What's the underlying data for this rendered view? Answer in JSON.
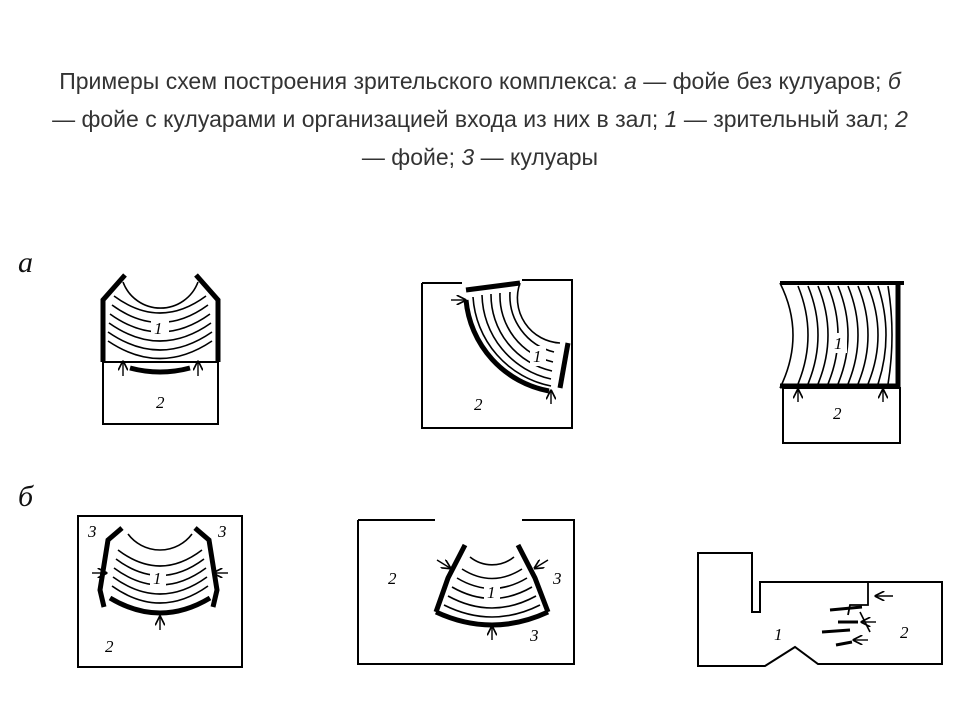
{
  "caption": {
    "p1": "Примеры схем построения зрительского комплекса: ",
    "a": "а",
    "p2": " — фойе без кулуаров; ",
    "b": "б",
    "p3": " — фойе с кулуарами и организацией входа из них в зал; ",
    "n1": "1",
    "p4": " — зрительный зал; ",
    "n2": "2",
    "p5": " — фойе; ",
    "n3": "3",
    "p6": " — кулуары"
  },
  "row_labels": {
    "a": "а",
    "b": "б"
  },
  "labels": {
    "hall": "1",
    "foyer": "2",
    "lobby": "3"
  },
  "colors": {
    "line": "#000000",
    "caption_text": "#333333"
  }
}
